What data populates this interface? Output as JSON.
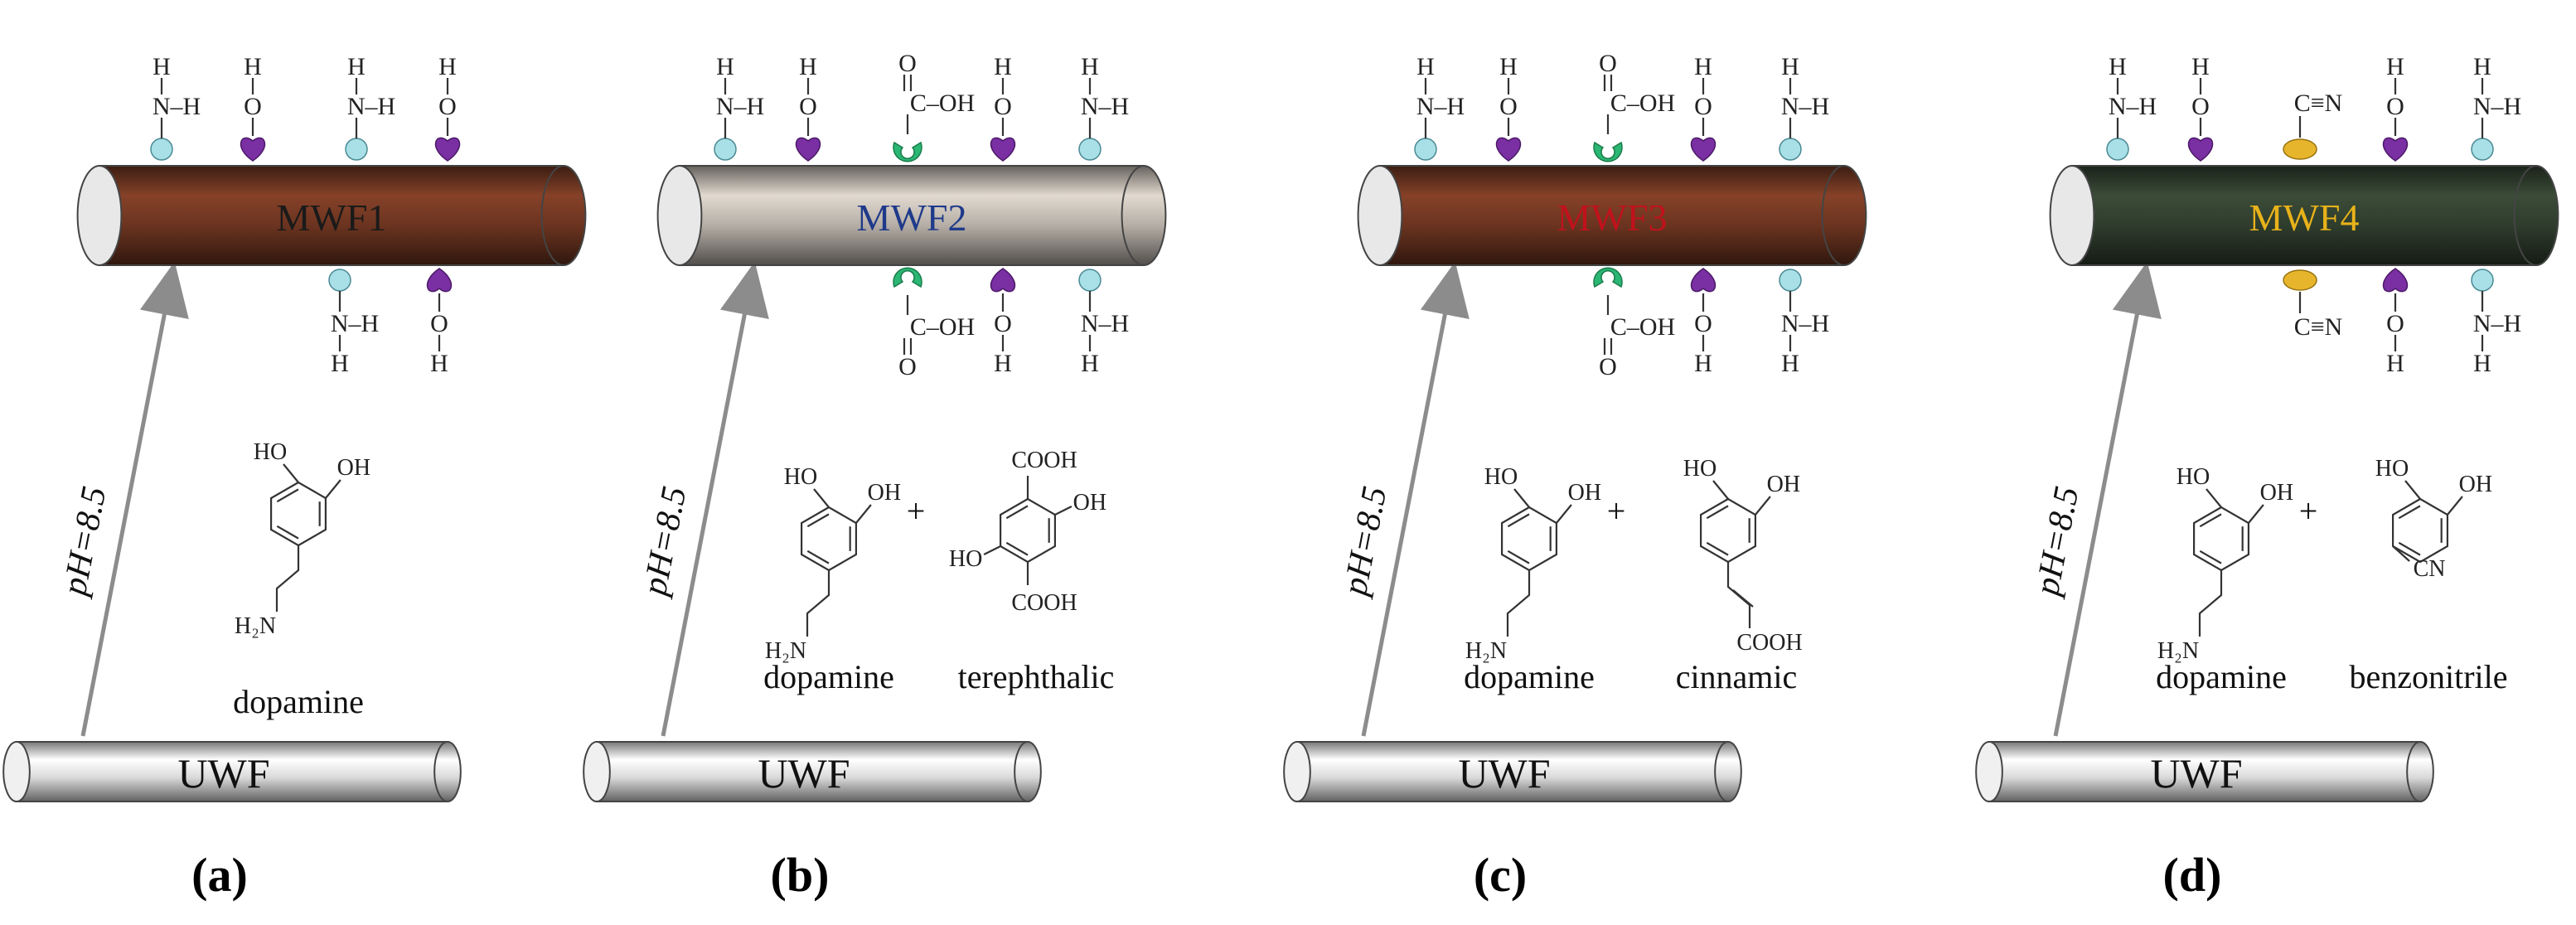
{
  "colors": {
    "uwf_fiber": "#d9d9d9",
    "amine_bead": "#a9dfe6",
    "hydroxyl_bead": "#7a2fa3",
    "carboxyl_bead": "#2bb673",
    "nitrile_bead": "#e7b52c",
    "arrow": "#8c8c8c"
  },
  "common": {
    "ph_label": "pH=8.5",
    "uwf_label": "UWF",
    "dopamine_label": "dopamine",
    "dopamine_oh1": "HO",
    "dopamine_oh2": "OH",
    "dopamine_nh2": "H₂N",
    "plus": "+",
    "amine_h": "H",
    "amine_n": "N–H",
    "hydroxyl_o": "O",
    "hydroxyl_h": "H",
    "carboxyl_o_top": "O",
    "carboxyl_c": "C–OH",
    "nitrile": "C≡N"
  },
  "panels": [
    {
      "panel_label": "(a)",
      "fiber_label": "MWF1",
      "fiber_color": "#6b3420",
      "fiber_label_color": "#1a1a1a",
      "comonomer": "",
      "comonomer_type": "none"
    },
    {
      "panel_label": "(b)",
      "fiber_label": "MWF2",
      "fiber_color": "#b5aea6",
      "fiber_label_color": "#1f3a8a",
      "comonomer": "terephthalic",
      "comonomer_type": "terephthalic",
      "cooh_top": "COOH",
      "cooh_bottom": "COOH",
      "ho_left": "HO",
      "oh_right": "OH"
    },
    {
      "panel_label": "(c)",
      "fiber_label": "MWF3",
      "fiber_color": "#6b3420",
      "fiber_label_color": "#c0121c",
      "comonomer": "cinnamic",
      "comonomer_type": "cinnamic",
      "ho_left": "HO",
      "oh_right": "OH",
      "cooh": "COOH"
    },
    {
      "panel_label": "(d)",
      "fiber_label": "MWF4",
      "fiber_color": "#2f3d2d",
      "fiber_label_color": "#e8b21a",
      "comonomer": "benzonitrile",
      "comonomer_type": "benzonitrile",
      "ho_left": "HO",
      "oh_right": "OH",
      "cn": "CN"
    }
  ]
}
